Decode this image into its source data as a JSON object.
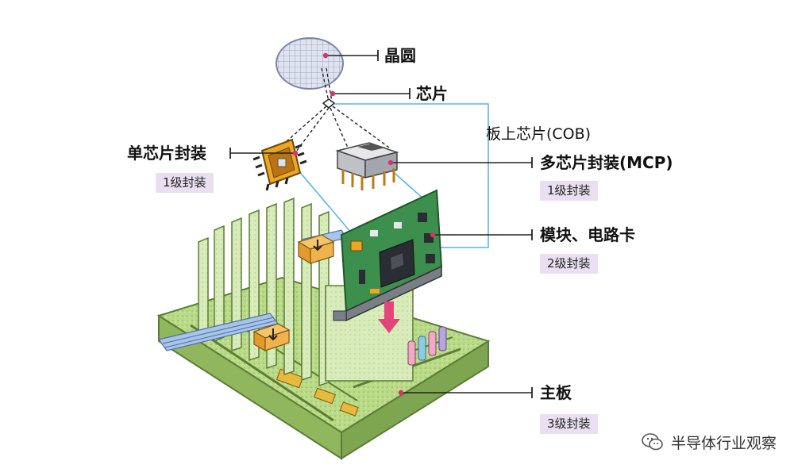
{
  "labels": {
    "wafer": "晶圆",
    "chip": "芯片",
    "cob": "板上芯片(COB)",
    "single_chip_package": "单芯片封装",
    "multi_chip_package": "多芯片封装(MCP)",
    "module_card": "模块、电路卡",
    "motherboard": "主板"
  },
  "badges": {
    "level1_left": "1级封装",
    "level1_right": "1级封装",
    "level2": "2级封装",
    "level3": "3级封装"
  },
  "watermark": {
    "text": "半导体行业观察",
    "icon": "wechat-icon"
  },
  "colors": {
    "leader_pink": "#d6336c",
    "cob_line_blue": "#5ab4e6",
    "badge_bg": "#eadff0",
    "board_green": "#a9cf73",
    "pcb_green": "#3c8f4d"
  }
}
